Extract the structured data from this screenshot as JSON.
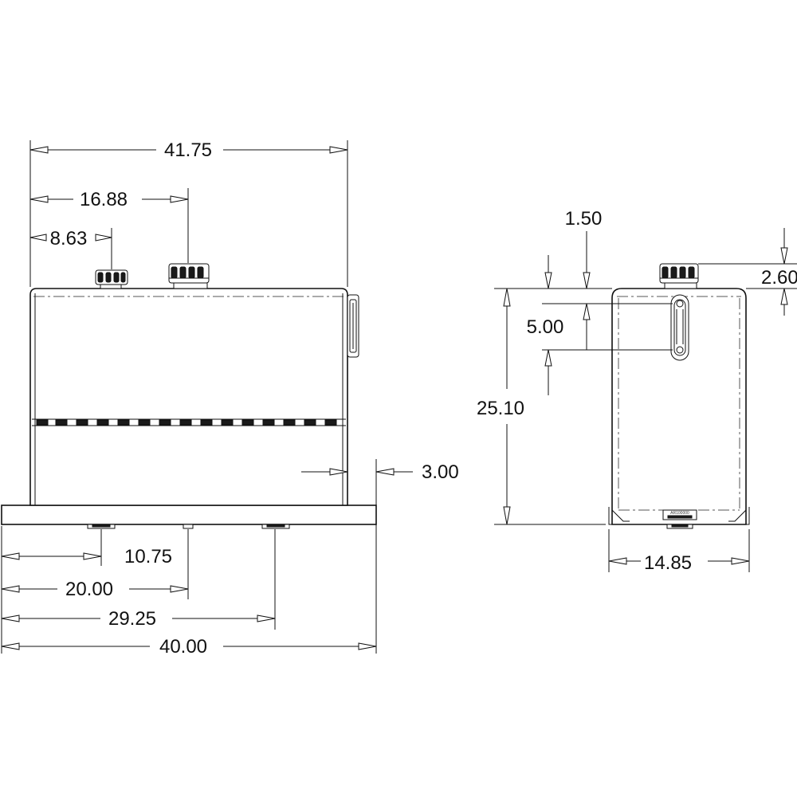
{
  "front_view": {
    "overall_width": "41.75",
    "filler_neck_2_offset": "16.88",
    "filler_neck_1_offset": "8.63",
    "mount_offset": "3.00",
    "fitting_1_offset": "10.75",
    "fitting_2_offset": "20.00",
    "fitting_3_offset": "29.25",
    "base_length": "40.00"
  },
  "side_view": {
    "neck_edge_offset": "1.50",
    "neck_height": "2.60",
    "sight_gauge_length": "5.00",
    "overall_height": "25.10",
    "base_width": "14.85",
    "plate_text": "AR100000"
  }
}
